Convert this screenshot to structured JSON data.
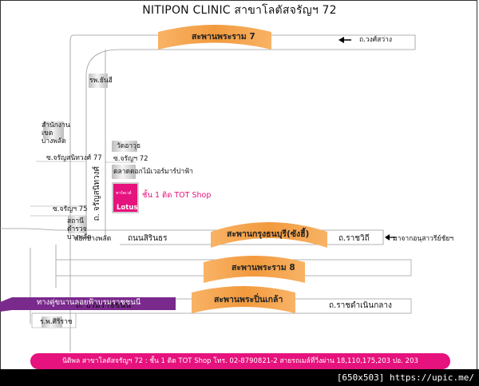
{
  "title": "NITIPON CLINIC สาขาโลตัสจรัญฯ 72",
  "bridges": {
    "rama7": "สะพานพระราม 7",
    "krungthon": "สะพานกรุงธนบุรี(ซังฮี้)",
    "rama8": "สะพานพระราม 8",
    "pinklao": "สะพานพระปิ่นเกล้า"
  },
  "roads": {
    "wongsawang": "ถ.วงศ์สว่าง",
    "charan_vertical": "ถ. จรัญสนิทวงศ์",
    "sirinthorn": "ถนนสิรินธร",
    "ratchawithi": "ถ.ราชวิถี",
    "from_victory": "มาจากอนุสาวรีย์ชัยฯ",
    "yaek_bangphlat": "แยกบางพลัด",
    "boromratchonnani": "ถ. บรมราชชนนี",
    "ratchadamnoen": "ถ.ราชดำเนินกลาง",
    "elevated": "ทางคู่ขนานลอยฟ้าบรมราชชนนี",
    "soi77": "ซ.จรัญสนิทวงศ์ 77",
    "soi72": "ซ.จรัญฯ 72",
    "soi75": "ซ.จรัญฯ 75"
  },
  "landmarks": {
    "hospital": "รพ.ยันฮี",
    "district_office": "สำนักงานเขตบางพลัด",
    "wat": "วัดอาวุธ",
    "market": "ตลาดดอกไม้เวอร์มาร์ปาฟ้า",
    "police": "สถานีตำรวจบางพลัด",
    "siriraj": "ร.พ.ศิริราช",
    "lotus": "Lotus",
    "lotus_mini": "พาร์คเวย์",
    "tot_shop": "ชั้น 1 ติด TOT Shop"
  },
  "footer": "นิติพล สาขาโลตัสจรัญฯ 72 : ชั้น 1 ติด TOT Shop  โทร. 02-8790821-2 สายรถเมล์ที่วิ่งผ่าน 18,110,175,203 ปอ. 203",
  "watermark": "[650x503] https://upic.me/",
  "colors": {
    "bridge": "#f5a04a",
    "pink": "#e6127d",
    "elevated": "#7a2a8c"
  }
}
